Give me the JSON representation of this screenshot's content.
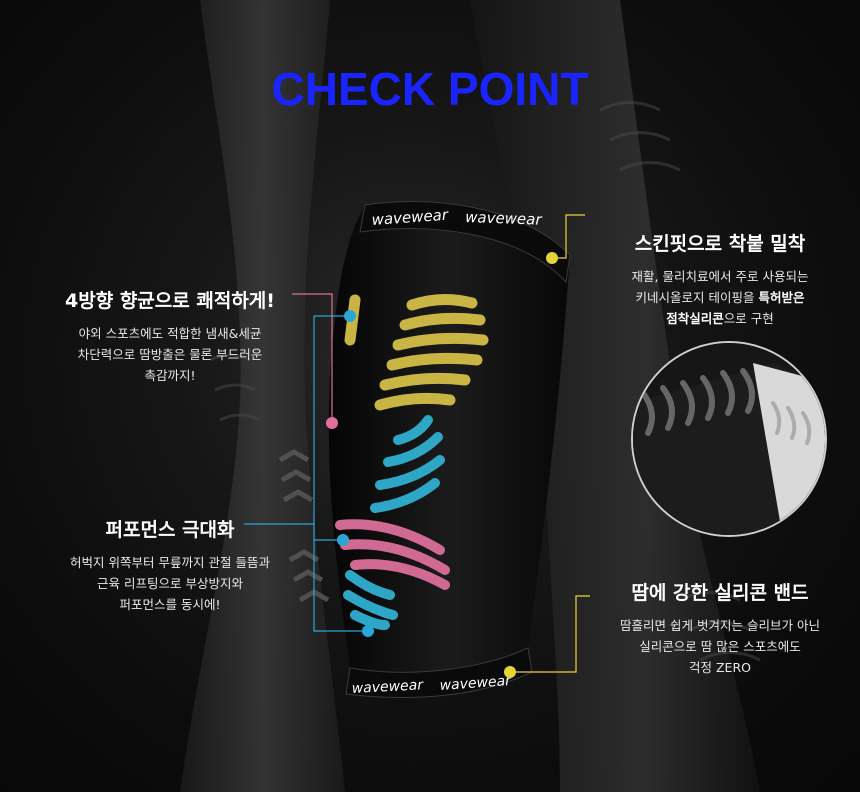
{
  "title": "CHECK POINT",
  "brand": "wavewear",
  "colors": {
    "title": "#1a24ff",
    "yellow_pad": "#c9b543",
    "blue_pad": "#2ea7c7",
    "pink_pad": "#d16a93",
    "callout_pink": "#e0709a",
    "callout_blue": "#2aa6d6",
    "callout_yellow": "#e6d33a"
  },
  "features": {
    "antibacterial": {
      "heading": "4방향 향균으로 쾌적하게!",
      "lines": [
        "야외 스포츠에도 적합한 냄새&세균",
        "차단력으로 땀방출은 물론 부드러운",
        "촉감까지!"
      ]
    },
    "performance": {
      "heading": "퍼포먼스 극대화",
      "lines": [
        "허벅지 위쪽부터 무릎까지 관절 들뜸과",
        "근육 리프팅으로 부상방지와",
        "퍼포먼스를 동시에!"
      ]
    },
    "skinfit": {
      "heading": "스킨핏으로 착붙 밀착",
      "line1": "재활, 물리치료에서 주로 사용되는",
      "line2_pre": "키네시올로지 테이핑을 ",
      "line2_bold": "특허받은",
      "line3_bold": "점착실리콘",
      "line3_post": "으로 구현"
    },
    "silicone_band": {
      "heading": "땀에 강한 실리콘 밴드",
      "lines": [
        "땀흘리면 쉽게 벗겨지는 슬리브가 아닌",
        "실리콘으로 땀 많은 스포츠에도",
        "걱정  ZERO"
      ]
    }
  }
}
